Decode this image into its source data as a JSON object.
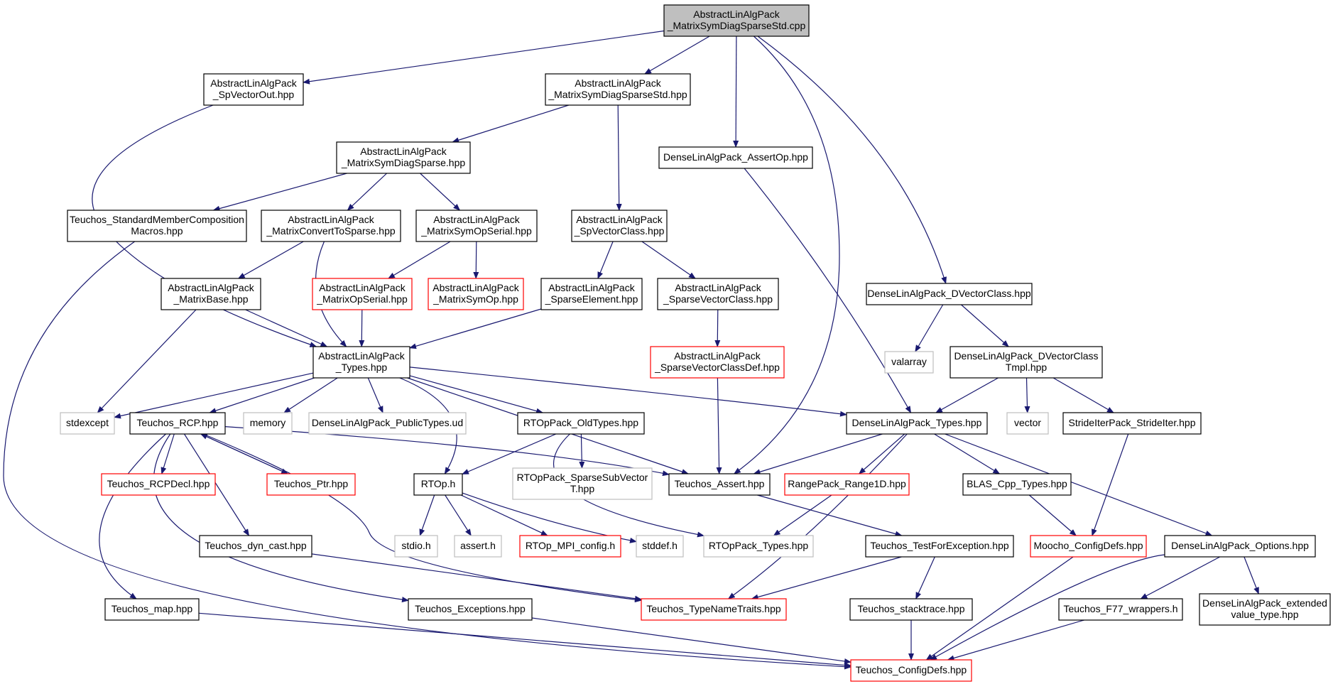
{
  "colors": {
    "edge": "#191970",
    "border_default": "#000000",
    "border_red": "#ff0000",
    "border_gray": "#bfbfbf",
    "fill_root": "#bfbfbf",
    "fill_default": "#ffffff"
  },
  "nodes": [
    {
      "id": "root",
      "lines": [
        "AbstractLinAlgPack",
        "_MatrixSymDiagSparseStd.cpp"
      ],
      "style": "root"
    },
    {
      "id": "spvectorout",
      "lines": [
        "AbstractLinAlgPack",
        "_SpVectorOut.hpp"
      ],
      "style": "default"
    },
    {
      "id": "matsymdiagsparsestd",
      "lines": [
        "AbstractLinAlgPack",
        "_MatrixSymDiagSparseStd.hpp"
      ],
      "style": "default"
    },
    {
      "id": "assertop",
      "lines": [
        "DenseLinAlgPack_AssertOp.hpp"
      ],
      "style": "default"
    },
    {
      "id": "matsymdiagsparse",
      "lines": [
        "AbstractLinAlgPack",
        "_MatrixSymDiagSparse.hpp"
      ],
      "style": "default"
    },
    {
      "id": "stdmember",
      "lines": [
        "Teuchos_StandardMemberComposition",
        "Macros.hpp"
      ],
      "style": "default"
    },
    {
      "id": "matconvert",
      "lines": [
        "AbstractLinAlgPack",
        "_MatrixConvertToSparse.hpp"
      ],
      "style": "default"
    },
    {
      "id": "matsymopserial",
      "lines": [
        "AbstractLinAlgPack",
        "_MatrixSymOpSerial.hpp"
      ],
      "style": "default"
    },
    {
      "id": "spvectorclass",
      "lines": [
        "AbstractLinAlgPack",
        "_SpVectorClass.hpp"
      ],
      "style": "default"
    },
    {
      "id": "matbase",
      "lines": [
        "AbstractLinAlgPack",
        "_MatrixBase.hpp"
      ],
      "style": "default"
    },
    {
      "id": "matopserial",
      "lines": [
        "AbstractLinAlgPack",
        "_MatrixOpSerial.hpp"
      ],
      "style": "red"
    },
    {
      "id": "matsymop",
      "lines": [
        "AbstractLinAlgPack",
        "_MatrixSymOp.hpp"
      ],
      "style": "red"
    },
    {
      "id": "sparseelement",
      "lines": [
        "AbstractLinAlgPack",
        "_SparseElement.hpp"
      ],
      "style": "default"
    },
    {
      "id": "sparsevectorclass",
      "lines": [
        "AbstractLinAlgPack",
        "_SparseVectorClass.hpp"
      ],
      "style": "default"
    },
    {
      "id": "dvectorclass",
      "lines": [
        "DenseLinAlgPack_DVectorClass.hpp"
      ],
      "style": "default"
    },
    {
      "id": "types",
      "lines": [
        "AbstractLinAlgPack",
        "_Types.hpp"
      ],
      "style": "default"
    },
    {
      "id": "sparsevectorclassdef",
      "lines": [
        "AbstractLinAlgPack",
        "_SparseVectorClassDef.hpp"
      ],
      "style": "red"
    },
    {
      "id": "valarray",
      "lines": [
        "valarray"
      ],
      "style": "gray"
    },
    {
      "id": "dvectorclasstmpl",
      "lines": [
        "DenseLinAlgPack_DVectorClass",
        "Tmpl.hpp"
      ],
      "style": "default"
    },
    {
      "id": "stdexcept",
      "lines": [
        "stdexcept"
      ],
      "style": "gray"
    },
    {
      "id": "rcp",
      "lines": [
        "Teuchos_RCP.hpp"
      ],
      "style": "default"
    },
    {
      "id": "memory",
      "lines": [
        "memory"
      ],
      "style": "gray"
    },
    {
      "id": "publictypes",
      "lines": [
        "DenseLinAlgPack_PublicTypes.ud"
      ],
      "style": "gray"
    },
    {
      "id": "oldtypes",
      "lines": [
        "RTOpPack_OldTypes.hpp"
      ],
      "style": "default"
    },
    {
      "id": "dtypes",
      "lines": [
        "DenseLinAlgPack_Types.hpp"
      ],
      "style": "default"
    },
    {
      "id": "vector",
      "lines": [
        "vector"
      ],
      "style": "gray"
    },
    {
      "id": "strideiter",
      "lines": [
        "StrideIterPack_StrideIter.hpp"
      ],
      "style": "default"
    },
    {
      "id": "rcpdecl",
      "lines": [
        "Teuchos_RCPDecl.hpp"
      ],
      "style": "red"
    },
    {
      "id": "ptr",
      "lines": [
        "Teuchos_Ptr.hpp"
      ],
      "style": "red"
    },
    {
      "id": "rtoph",
      "lines": [
        "RTOp.h"
      ],
      "style": "default"
    },
    {
      "id": "sparsesubvector",
      "lines": [
        "RTOpPack_SparseSubVector",
        "T.hpp"
      ],
      "style": "gray"
    },
    {
      "id": "assert",
      "lines": [
        "Teuchos_Assert.hpp"
      ],
      "style": "default"
    },
    {
      "id": "range1d",
      "lines": [
        "RangePack_Range1D.hpp"
      ],
      "style": "red"
    },
    {
      "id": "blas",
      "lines": [
        "BLAS_Cpp_Types.hpp"
      ],
      "style": "default"
    },
    {
      "id": "dyncast",
      "lines": [
        "Teuchos_dyn_cast.hpp"
      ],
      "style": "default"
    },
    {
      "id": "stdioh",
      "lines": [
        "stdio.h"
      ],
      "style": "gray"
    },
    {
      "id": "asserth",
      "lines": [
        "assert.h"
      ],
      "style": "gray"
    },
    {
      "id": "mpiconfig",
      "lines": [
        "RTOp_MPI_config.h"
      ],
      "style": "red"
    },
    {
      "id": "stddefh",
      "lines": [
        "stddef.h"
      ],
      "style": "gray"
    },
    {
      "id": "rtoptypes",
      "lines": [
        "RTOpPack_Types.hpp"
      ],
      "style": "gray"
    },
    {
      "id": "testforexception",
      "lines": [
        "Teuchos_TestForException.hpp"
      ],
      "style": "default"
    },
    {
      "id": "mocho",
      "lines": [
        "Moocho_ConfigDefs.hpp"
      ],
      "style": "red"
    },
    {
      "id": "options",
      "lines": [
        "DenseLinAlgPack_Options.hpp"
      ],
      "style": "default"
    },
    {
      "id": "map",
      "lines": [
        "Teuchos_map.hpp"
      ],
      "style": "default"
    },
    {
      "id": "exceptions",
      "lines": [
        "Teuchos_Exceptions.hpp"
      ],
      "style": "default"
    },
    {
      "id": "typenametraits",
      "lines": [
        "Teuchos_TypeNameTraits.hpp"
      ],
      "style": "red"
    },
    {
      "id": "stacktrace",
      "lines": [
        "Teuchos_stacktrace.hpp"
      ],
      "style": "default"
    },
    {
      "id": "f77",
      "lines": [
        "Teuchos_F77_wrappers.h"
      ],
      "style": "default"
    },
    {
      "id": "extended",
      "lines": [
        "DenseLinAlgPack_extended",
        "value_type.hpp"
      ],
      "style": "default"
    },
    {
      "id": "configdefs",
      "lines": [
        "Teuchos_ConfigDefs.hpp"
      ],
      "style": "red"
    }
  ],
  "edges": [
    [
      "root",
      "spvectorout"
    ],
    [
      "root",
      "matsymdiagsparsestd"
    ],
    [
      "root",
      "assertop"
    ],
    [
      "root",
      "assert"
    ],
    [
      "root",
      "dvectorclass"
    ],
    [
      "spvectorout",
      "types"
    ],
    [
      "matsymdiagsparsestd",
      "matsymdiagsparse"
    ],
    [
      "matsymdiagsparsestd",
      "spvectorclass"
    ],
    [
      "assertop",
      "dtypes"
    ],
    [
      "matsymdiagsparse",
      "stdmember"
    ],
    [
      "matsymdiagsparse",
      "matconvert"
    ],
    [
      "matsymdiagsparse",
      "matsymopserial"
    ],
    [
      "stdmember",
      "configdefs"
    ],
    [
      "matconvert",
      "matbase"
    ],
    [
      "matconvert",
      "types"
    ],
    [
      "matsymopserial",
      "matopserial"
    ],
    [
      "matsymopserial",
      "matsymop"
    ],
    [
      "spvectorclass",
      "sparseelement"
    ],
    [
      "spvectorclass",
      "sparsevectorclass"
    ],
    [
      "matbase",
      "types"
    ],
    [
      "matbase",
      "stdexcept"
    ],
    [
      "matopserial",
      "types"
    ],
    [
      "sparseelement",
      "types"
    ],
    [
      "sparsevectorclass",
      "sparsevectorclassdef"
    ],
    [
      "sparsevectorclassdef",
      "assert"
    ],
    [
      "dvectorclass",
      "valarray"
    ],
    [
      "dvectorclass",
      "dvectorclasstmpl"
    ],
    [
      "dvectorclasstmpl",
      "dtypes"
    ],
    [
      "dvectorclasstmpl",
      "vector"
    ],
    [
      "dvectorclasstmpl",
      "strideiter"
    ],
    [
      "types",
      "stdexcept"
    ],
    [
      "types",
      "rcp"
    ],
    [
      "types",
      "memory"
    ],
    [
      "types",
      "publictypes"
    ],
    [
      "types",
      "rtoph"
    ],
    [
      "types",
      "oldtypes"
    ],
    [
      "types",
      "assert"
    ],
    [
      "types",
      "dtypes"
    ],
    [
      "rcp",
      "rcpdecl"
    ],
    [
      "rcp",
      "ptr"
    ],
    [
      "rcp",
      "dyncast"
    ],
    [
      "rcp",
      "map"
    ],
    [
      "rcp",
      "exceptions"
    ],
    [
      "rcp",
      "typenametraits"
    ],
    [
      "rcp",
      "assert"
    ],
    [
      "ptr",
      "rcp"
    ],
    [
      "oldtypes",
      "rtoph"
    ],
    [
      "oldtypes",
      "sparsesubvector"
    ],
    [
      "oldtypes",
      "rtoptypes"
    ],
    [
      "rtoph",
      "stdioh"
    ],
    [
      "rtoph",
      "asserth"
    ],
    [
      "rtoph",
      "mpiconfig"
    ],
    [
      "rtoph",
      "stddefh"
    ],
    [
      "dtypes",
      "assert"
    ],
    [
      "dtypes",
      "range1d"
    ],
    [
      "dtypes",
      "blas"
    ],
    [
      "dtypes",
      "typenametraits"
    ],
    [
      "dtypes",
      "options"
    ],
    [
      "strideiter",
      "mocho"
    ],
    [
      "assert",
      "testforexception"
    ],
    [
      "range1d",
      "rtoptypes"
    ],
    [
      "blas",
      "mocho"
    ],
    [
      "dyncast",
      "typenametraits"
    ],
    [
      "testforexception",
      "typenametraits"
    ],
    [
      "testforexception",
      "stacktrace"
    ],
    [
      "mocho",
      "configdefs"
    ],
    [
      "options",
      "f77"
    ],
    [
      "options",
      "extended"
    ],
    [
      "options",
      "configdefs"
    ],
    [
      "map",
      "configdefs"
    ],
    [
      "exceptions",
      "configdefs"
    ],
    [
      "stacktrace",
      "configdefs"
    ],
    [
      "f77",
      "configdefs"
    ]
  ]
}
